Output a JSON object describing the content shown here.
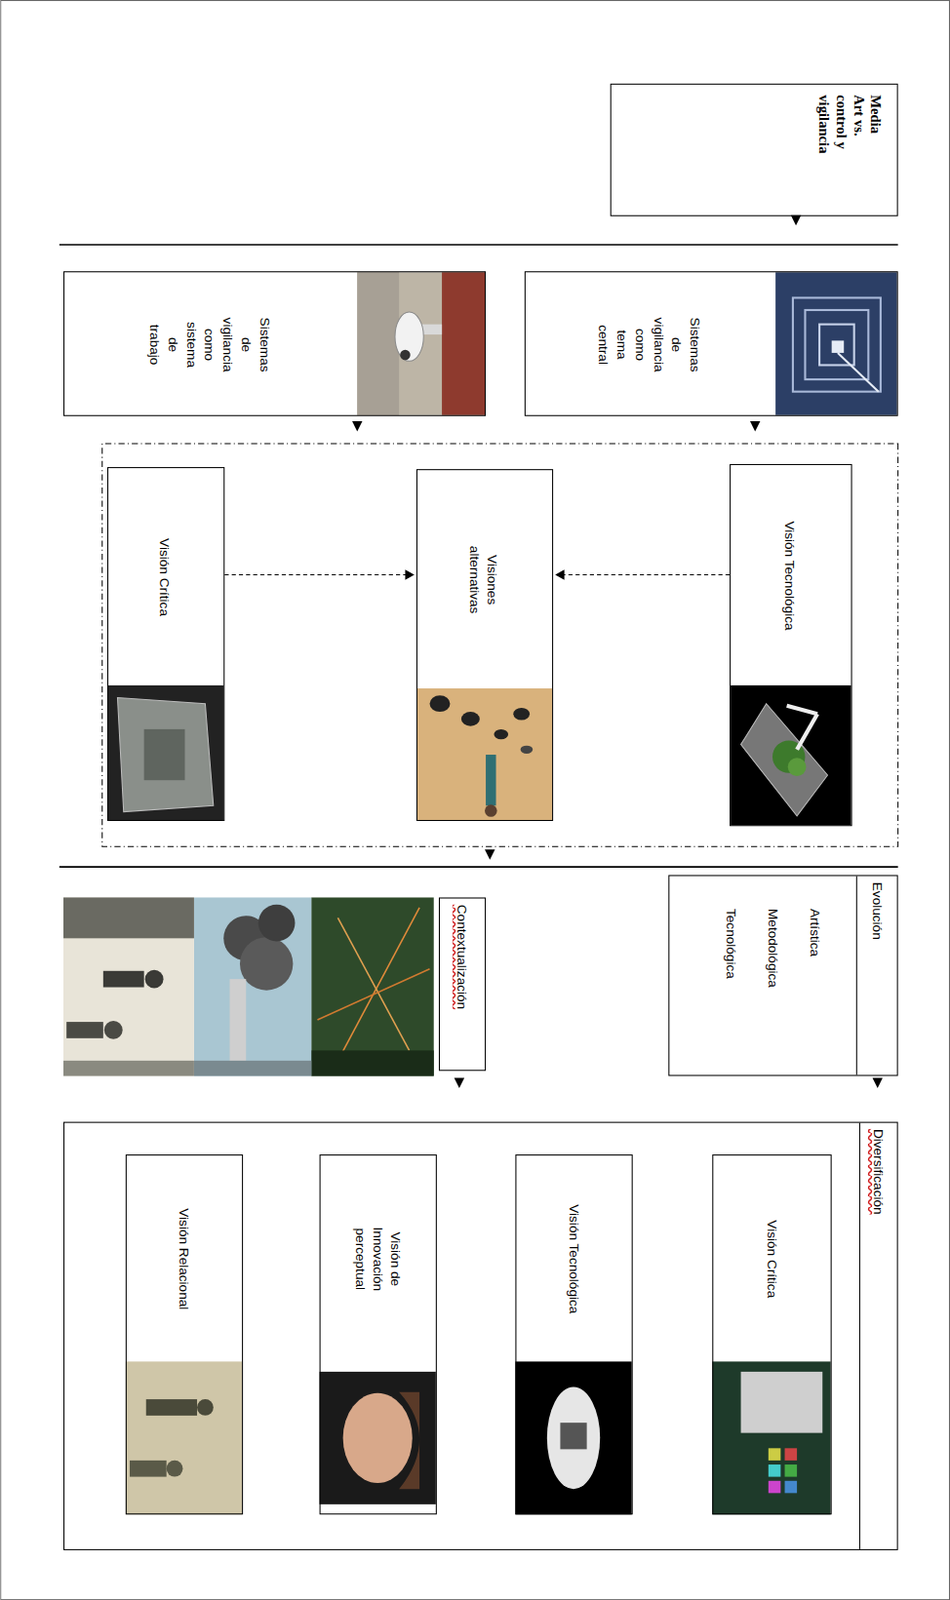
{
  "diagram": {
    "nodes": [
      {
        "text": [
          "Media Art vs. control y vigilancia"
        ]
      },
      {
        "text": [
          "Sistemas de vigilancia como tema central"
        ]
      },
      {
        "text": [
          "Sistemas de vigilancia como sistema de trabajo"
        ]
      },
      {
        "text": [
          "Visión Tecnológica"
        ]
      },
      {
        "text": [
          "Visiones alternativas"
        ]
      },
      {
        "text": [
          "Visión Crítica"
        ]
      },
      {
        "text": [
          "Evolución",
          "Artística Metodológica Tecnológica"
        ]
      },
      {
        "text": [
          "Contextualización"
        ]
      },
      {
        "text": [
          "Diversificación"
        ]
      },
      {
        "text": [
          "Visión Crítica"
        ],
        "in": 8
      },
      {
        "text": [
          "Visión Tecnológica"
        ],
        "in": 8
      },
      {
        "text": [
          "Visión de Innovación perceptual"
        ],
        "in": 8
      },
      {
        "text": [
          "Visión Relacional"
        ],
        "in": 8
      }
    ],
    "edges": [
      {
        "from": 3,
        "to": 4,
        "arrow": "to"
      },
      {
        "from": 5,
        "to": 4,
        "arrow": "to"
      }
    ]
  }
}
